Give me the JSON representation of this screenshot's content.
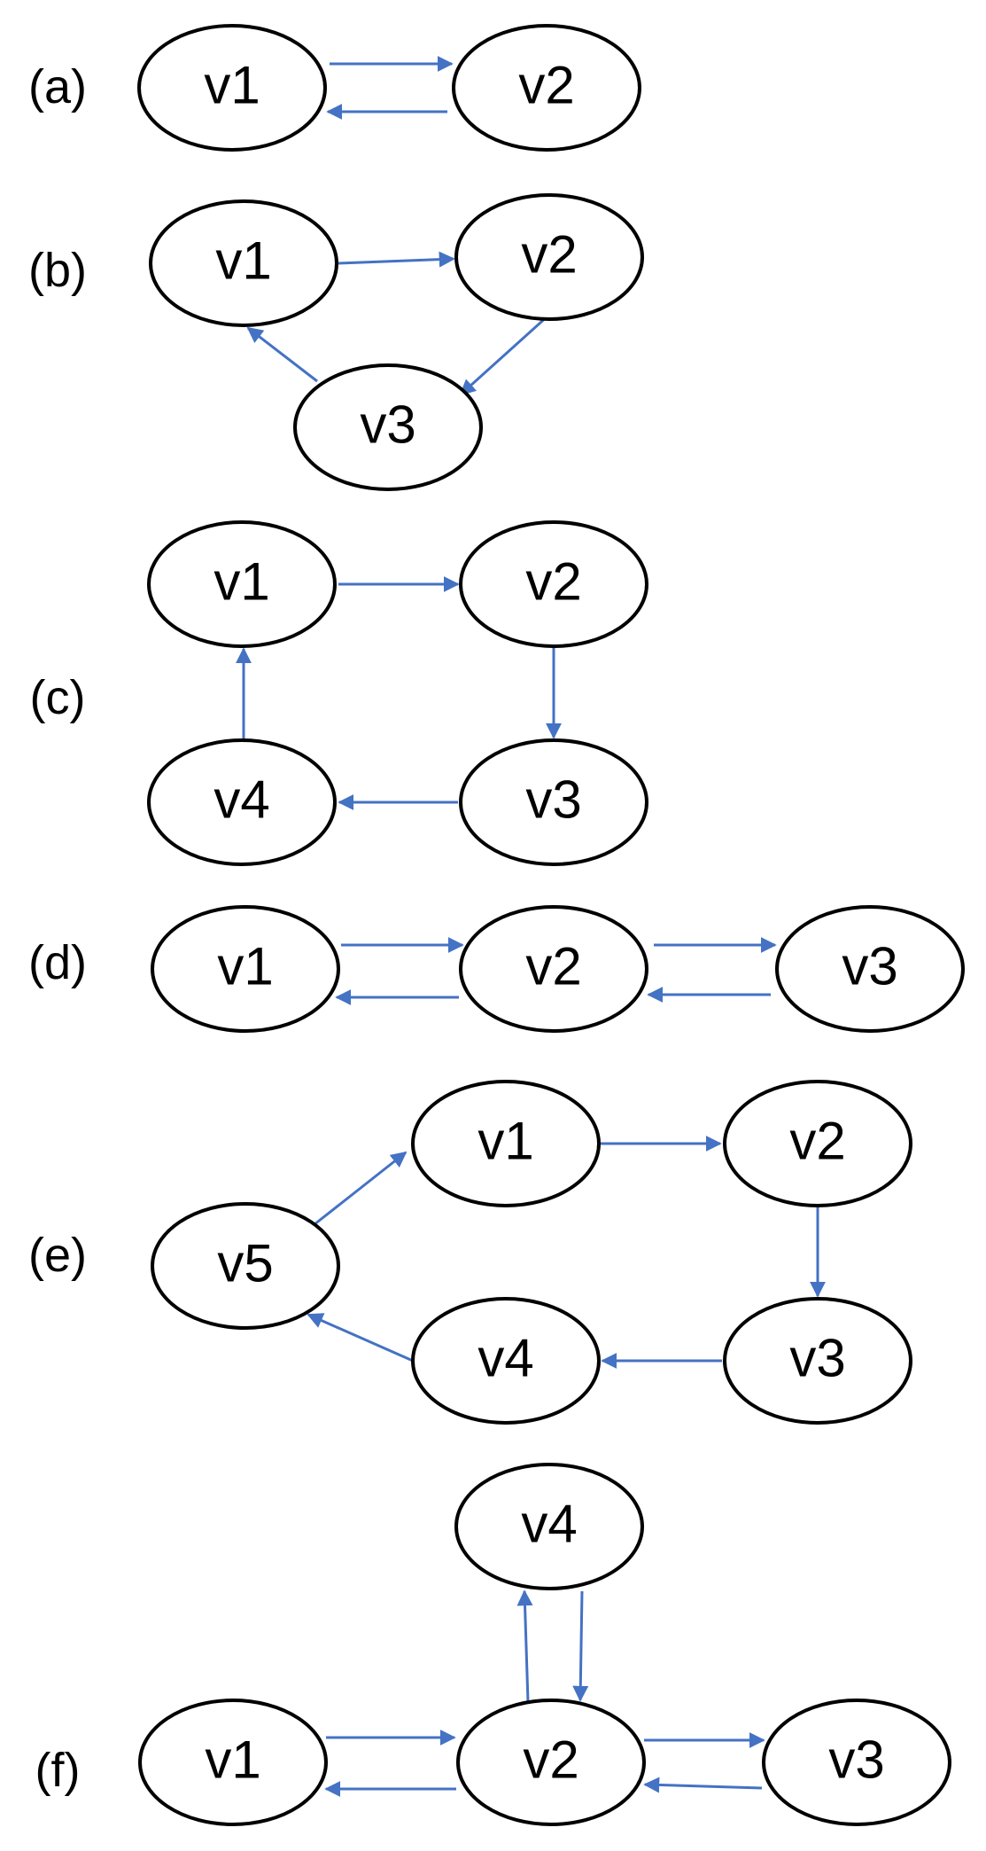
{
  "colors": {
    "edge": "#4472C4",
    "node_stroke": "#000000",
    "text": "#000000"
  },
  "panels": [
    {
      "id": "a",
      "label": "(a)",
      "nodes": [
        {
          "id": "a-v1",
          "label": "v1"
        },
        {
          "id": "a-v2",
          "label": "v2"
        }
      ],
      "edges": [
        {
          "from": "v1",
          "to": "v2"
        },
        {
          "from": "v2",
          "to": "v1"
        }
      ]
    },
    {
      "id": "b",
      "label": "(b)",
      "nodes": [
        {
          "id": "b-v1",
          "label": "v1"
        },
        {
          "id": "b-v2",
          "label": "v2"
        },
        {
          "id": "b-v3",
          "label": "v3"
        }
      ],
      "edges": [
        {
          "from": "v1",
          "to": "v2"
        },
        {
          "from": "v2",
          "to": "v3"
        },
        {
          "from": "v3",
          "to": "v1"
        }
      ]
    },
    {
      "id": "c",
      "label": "(c)",
      "nodes": [
        {
          "id": "c-v1",
          "label": "v1"
        },
        {
          "id": "c-v2",
          "label": "v2"
        },
        {
          "id": "c-v3",
          "label": "v3"
        },
        {
          "id": "c-v4",
          "label": "v4"
        }
      ],
      "edges": [
        {
          "from": "v1",
          "to": "v2"
        },
        {
          "from": "v2",
          "to": "v3"
        },
        {
          "from": "v3",
          "to": "v4"
        },
        {
          "from": "v4",
          "to": "v1"
        }
      ]
    },
    {
      "id": "d",
      "label": "(d)",
      "nodes": [
        {
          "id": "d-v1",
          "label": "v1"
        },
        {
          "id": "d-v2",
          "label": "v2"
        },
        {
          "id": "d-v3",
          "label": "v3"
        }
      ],
      "edges": [
        {
          "from": "v1",
          "to": "v2"
        },
        {
          "from": "v2",
          "to": "v1"
        },
        {
          "from": "v2",
          "to": "v3"
        },
        {
          "from": "v3",
          "to": "v2"
        }
      ]
    },
    {
      "id": "e",
      "label": "(e)",
      "nodes": [
        {
          "id": "e-v1",
          "label": "v1"
        },
        {
          "id": "e-v2",
          "label": "v2"
        },
        {
          "id": "e-v3",
          "label": "v3"
        },
        {
          "id": "e-v4",
          "label": "v4"
        },
        {
          "id": "e-v5",
          "label": "v5"
        }
      ],
      "edges": [
        {
          "from": "v1",
          "to": "v2"
        },
        {
          "from": "v2",
          "to": "v3"
        },
        {
          "from": "v3",
          "to": "v4"
        },
        {
          "from": "v4",
          "to": "v5"
        },
        {
          "from": "v5",
          "to": "v1"
        }
      ]
    },
    {
      "id": "f",
      "label": "(f)",
      "nodes": [
        {
          "id": "f-v1",
          "label": "v1"
        },
        {
          "id": "f-v2",
          "label": "v2"
        },
        {
          "id": "f-v3",
          "label": "v3"
        },
        {
          "id": "f-v4",
          "label": "v4"
        }
      ],
      "edges": [
        {
          "from": "v1",
          "to": "v2"
        },
        {
          "from": "v2",
          "to": "v1"
        },
        {
          "from": "v2",
          "to": "v3"
        },
        {
          "from": "v3",
          "to": "v2"
        },
        {
          "from": "v2",
          "to": "v4"
        },
        {
          "from": "v4",
          "to": "v2"
        }
      ]
    }
  ]
}
